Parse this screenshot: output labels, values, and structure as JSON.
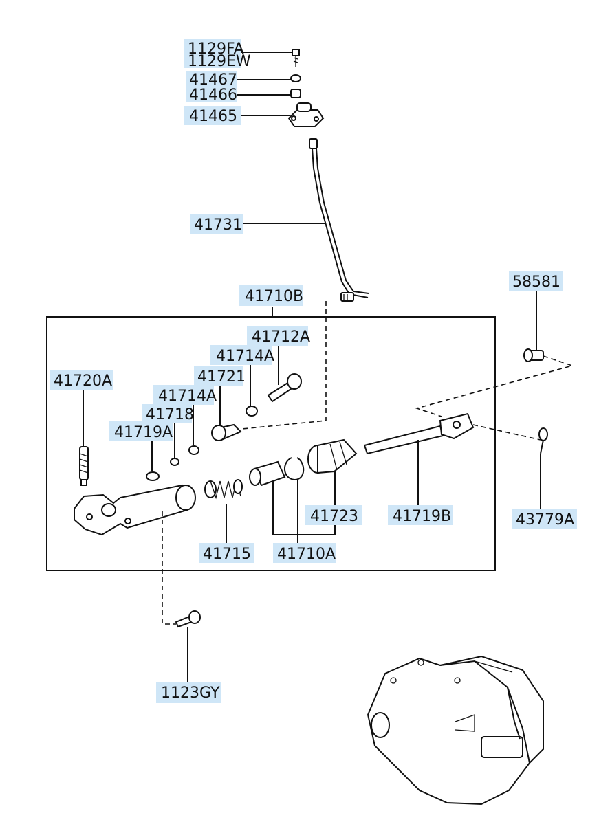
{
  "labels": {
    "p1129FA": "1129FA",
    "p1129EW": "1129EW",
    "p41467": "41467",
    "p41466": "41466",
    "p41465": "41465",
    "p41731": "41731",
    "p41710B": "41710B",
    "p58581": "58581",
    "p41712A": "41712A",
    "p41714A_a": "41714A",
    "p41721": "41721",
    "p41720A": "41720A",
    "p41714A_b": "41714A",
    "p41718": "41718",
    "p41719A": "41719A",
    "p41723": "41723",
    "p41719B": "41719B",
    "p43779A": "43779A",
    "p41715": "41715",
    "p41710A": "41710A",
    "p1123GY": "1123GY"
  },
  "colors": {
    "label_highlight": "#cfe6f7",
    "line": "#111111"
  }
}
